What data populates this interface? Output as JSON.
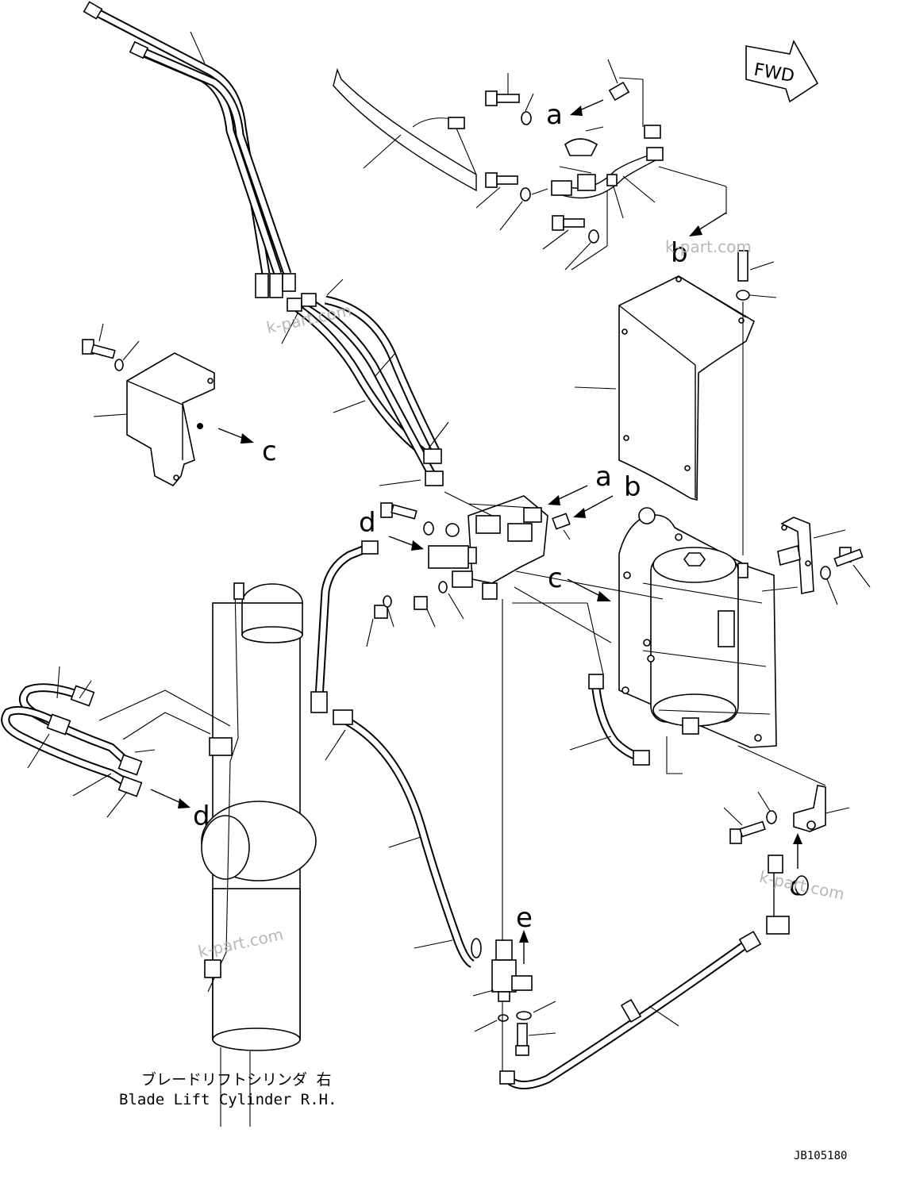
{
  "labels": {
    "fwd": "FWD",
    "a": "a",
    "b": "b",
    "c": "c",
    "d": "d",
    "e": "e"
  },
  "watermarks": [
    "k-part.com",
    "k-part.com",
    "k-part.com",
    "k-part.com"
  ],
  "caption": {
    "japanese": "ブレードリフトシリンダ 右",
    "english": "Blade Lift Cylinder R.H."
  },
  "drawing_code": "JB105180"
}
